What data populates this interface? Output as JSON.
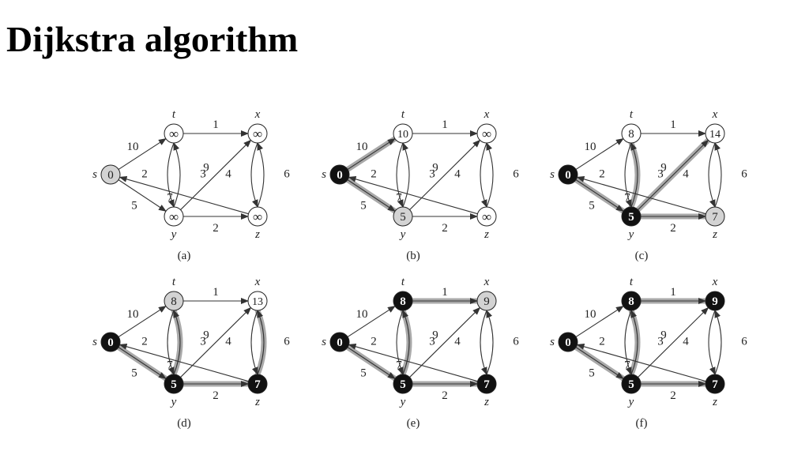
{
  "title": "Dijkstra algorithm",
  "colors": {
    "black_node": "#111111",
    "gray_node": "#d3d3d3",
    "white_node": "#ffffff",
    "edge": "#333333",
    "shaded_edge": "#a9a9a9"
  },
  "vertex_names": {
    "s": "s",
    "t": "t",
    "x": "x",
    "y": "y",
    "z": "z"
  },
  "edges": [
    {
      "id": "s-t",
      "from": "s",
      "to": "t",
      "weight": "10"
    },
    {
      "id": "s-y",
      "from": "s",
      "to": "y",
      "weight": "5"
    },
    {
      "id": "t-x",
      "from": "t",
      "to": "x",
      "weight": "1"
    },
    {
      "id": "t-y",
      "from": "t",
      "to": "y",
      "weight": "2"
    },
    {
      "id": "y-t",
      "from": "y",
      "to": "t",
      "weight": "3"
    },
    {
      "id": "y-x",
      "from": "y",
      "to": "x",
      "weight": "9"
    },
    {
      "id": "x-z",
      "from": "x",
      "to": "z",
      "weight": "4"
    },
    {
      "id": "z-x",
      "from": "z",
      "to": "x",
      "weight": "6"
    },
    {
      "id": "y-z",
      "from": "y",
      "to": "z",
      "weight": "2"
    },
    {
      "id": "z-s",
      "from": "z",
      "to": "s",
      "weight": "7"
    }
  ],
  "panels": [
    {
      "caption": "(a)",
      "nodes": {
        "s": {
          "value": "0",
          "state": "gray"
        },
        "t": {
          "value": "∞",
          "state": "white"
        },
        "x": {
          "value": "∞",
          "state": "white"
        },
        "y": {
          "value": "∞",
          "state": "white"
        },
        "z": {
          "value": "∞",
          "state": "white"
        }
      },
      "shaded_edges": []
    },
    {
      "caption": "(b)",
      "nodes": {
        "s": {
          "value": "0",
          "state": "black"
        },
        "t": {
          "value": "10",
          "state": "white"
        },
        "x": {
          "value": "∞",
          "state": "white"
        },
        "y": {
          "value": "5",
          "state": "gray"
        },
        "z": {
          "value": "∞",
          "state": "white"
        }
      },
      "shaded_edges": [
        "s-t",
        "s-y"
      ]
    },
    {
      "caption": "(c)",
      "nodes": {
        "s": {
          "value": "0",
          "state": "black"
        },
        "t": {
          "value": "8",
          "state": "white"
        },
        "x": {
          "value": "14",
          "state": "white"
        },
        "y": {
          "value": "5",
          "state": "black"
        },
        "z": {
          "value": "7",
          "state": "gray"
        }
      },
      "shaded_edges": [
        "s-y",
        "y-t",
        "y-x",
        "y-z"
      ]
    },
    {
      "caption": "(d)",
      "nodes": {
        "s": {
          "value": "0",
          "state": "black"
        },
        "t": {
          "value": "8",
          "state": "gray"
        },
        "x": {
          "value": "13",
          "state": "white"
        },
        "y": {
          "value": "5",
          "state": "black"
        },
        "z": {
          "value": "7",
          "state": "black"
        }
      },
      "shaded_edges": [
        "s-y",
        "y-t",
        "y-z",
        "z-x"
      ]
    },
    {
      "caption": "(e)",
      "nodes": {
        "s": {
          "value": "0",
          "state": "black"
        },
        "t": {
          "value": "8",
          "state": "black"
        },
        "x": {
          "value": "9",
          "state": "gray"
        },
        "y": {
          "value": "5",
          "state": "black"
        },
        "z": {
          "value": "7",
          "state": "black"
        }
      },
      "shaded_edges": [
        "s-y",
        "y-t",
        "y-z",
        "t-x"
      ]
    },
    {
      "caption": "(f)",
      "nodes": {
        "s": {
          "value": "0",
          "state": "black"
        },
        "t": {
          "value": "8",
          "state": "black"
        },
        "x": {
          "value": "9",
          "state": "black"
        },
        "y": {
          "value": "5",
          "state": "black"
        },
        "z": {
          "value": "7",
          "state": "black"
        }
      },
      "shaded_edges": [
        "s-y",
        "y-t",
        "y-z",
        "t-x"
      ]
    }
  ]
}
